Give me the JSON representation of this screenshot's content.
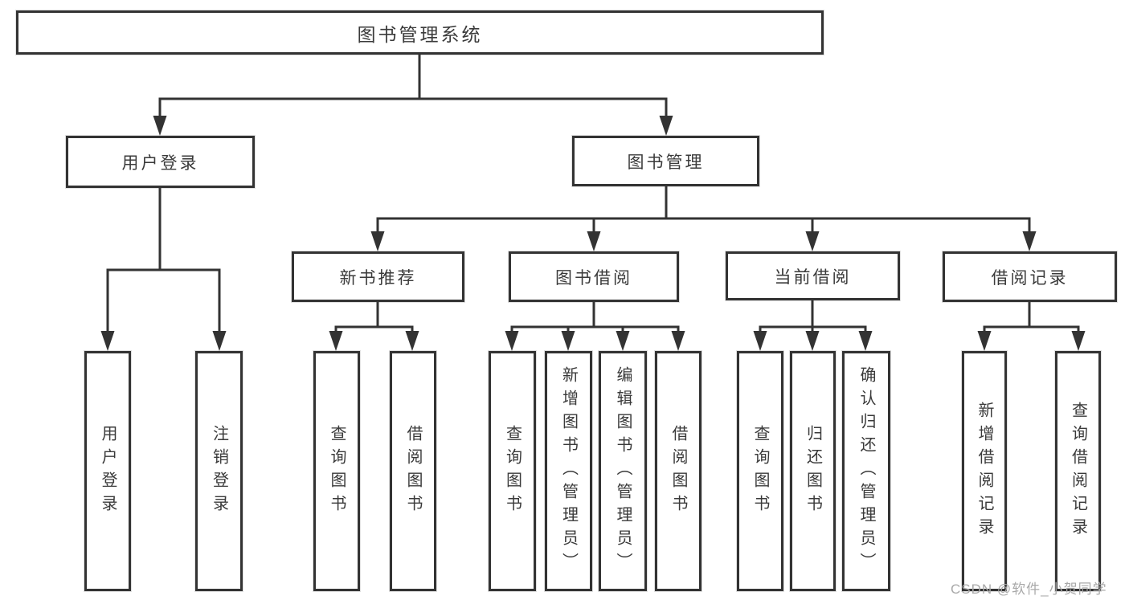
{
  "root": {
    "label": "图书管理系统"
  },
  "level2": {
    "user_login": "用户登录",
    "book_management": "图书管理"
  },
  "level3": {
    "new_book_recommendation": "新书推荐",
    "book_borrowing": "图书借阅",
    "current_borrowing": "当前借阅",
    "borrowing_records": "借阅记录"
  },
  "leaves": {
    "login_user_login": "用户登录",
    "login_logout": "注销登录",
    "recommend_query_books": "查询图书",
    "recommend_borrow_books": "借阅图书",
    "borrowing_query_books": "查询图书",
    "borrowing_add_books_admin": "新增图书（管理员）",
    "borrowing_edit_books_admin": "编辑图书（管理员）",
    "borrowing_borrow_books": "借阅图书",
    "current_query_books": "查询图书",
    "current_return_books": "归还图书",
    "current_confirm_return_admin": "确认归还（管理员）",
    "records_add_record": "新增借阅记录",
    "records_query_record": "查询借阅记录"
  },
  "watermark": "CSDN @软件_小贺同学",
  "colors": {
    "line": "#333333",
    "box_border": "#333333",
    "box_background": "#ffffff",
    "text": "#3a3a3a",
    "watermark": "#a9a9a9"
  }
}
